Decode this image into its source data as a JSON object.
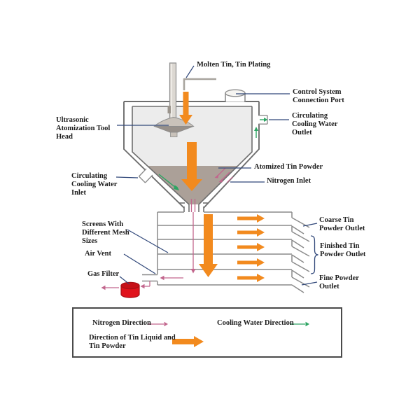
{
  "labels": {
    "molten_tin": "Molten Tin, Tin Plating",
    "control_port": "Control System\nConnection Port",
    "cooling_outlet": "Circulating\nCooling Water\nOutlet",
    "ultrasonic_head": "Ultrasonic\nAtomization Tool\nHead",
    "atomized_powder": "Atomized Tin Powder",
    "nitrogen_inlet": "Nitrogen Inlet",
    "cooling_inlet": "Circulating\nCooling Water\nInlet",
    "screens": "Screens With\nDifferent Mesh\nSizes",
    "air_vent": "Air Vent",
    "gas_filter": "Gas Filter",
    "coarse_outlet": "Coarse Tin\nPowder Outlet",
    "finished_outlet": "Finished Tin\nPowder Outlet",
    "fine_outlet": "Fine Powder\nOutlet"
  },
  "legend": {
    "nitrogen_label": "Nitrogen Direction",
    "cooling_label": "Cooling Water Direction",
    "tin_label": "Direction of Tin Liquid and\nTin Powder"
  },
  "colors": {
    "tin_flow_orange": "#F28A1E",
    "cooling_green": "#2DA563",
    "nitrogen_pink": "#C2668D",
    "gas_filter_red": "#E0121B",
    "pointer_blue": "#31487A",
    "powder_fill": "#ABA098",
    "chamber_fill": "#ECECEC",
    "wall_gray": "#6E6E6E"
  }
}
